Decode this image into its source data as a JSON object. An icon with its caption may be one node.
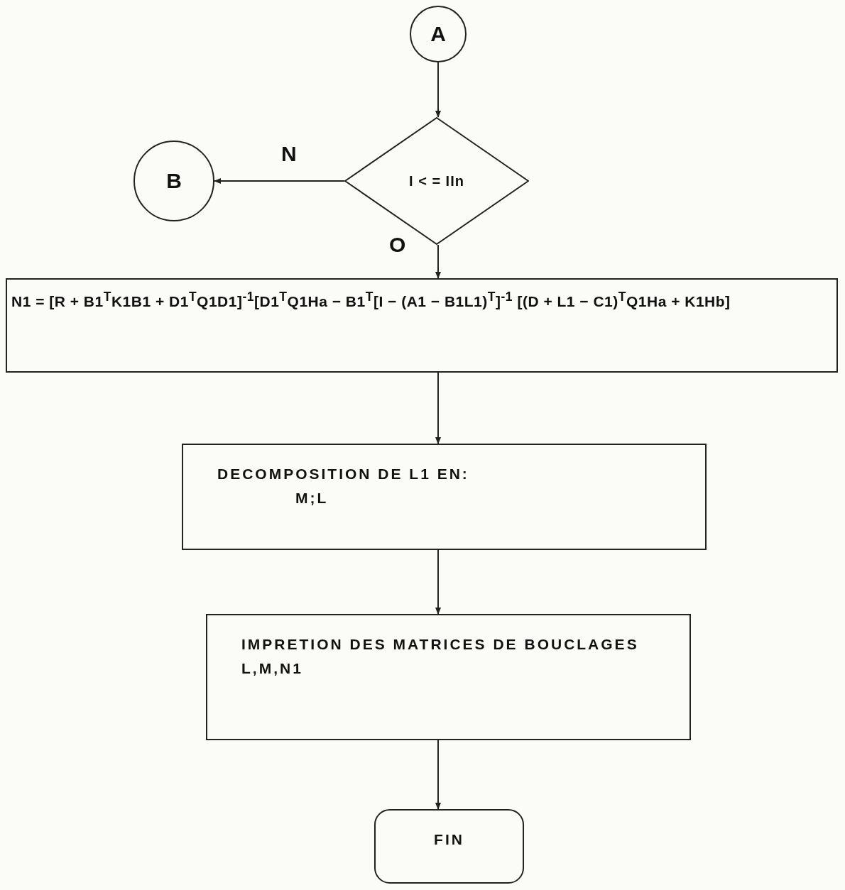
{
  "diagram": {
    "nodes": [
      {
        "text": [
          "A"
        ]
      },
      {
        "text": [
          "I < = IIn"
        ]
      },
      {
        "text": [
          "B"
        ]
      },
      {
        "text": [
          "N1 = [R + B1$^{T}$K1B1 + D1$^{T}$Q1D1]$^{-1}$[D1$^{T}$Q1Ha − B1$^{T}$[I − (A1 − B1L1)$^{T}$]$^{-1}$ [(D + L1 − C1)$^{T}$Q1Ha + K1Hb]"
        ]
      },
      {
        "text": [
          "DECOMPOSITION DE L1 EN:",
          "M;L"
        ]
      },
      {
        "text": [
          "IMPRETION DES MATRICES DE BOUCLAGES L,M,N1"
        ]
      },
      {
        "text": [
          "FIN"
        ]
      }
    ],
    "edges": [
      {
        "from": 0,
        "to": 1,
        "arrow": "to"
      },
      {
        "from": 1,
        "to": 2,
        "arrow": "to",
        "label": "N"
      },
      {
        "from": 1,
        "to": 3,
        "arrow": "to",
        "label": "O"
      },
      {
        "from": 3,
        "to": 4,
        "arrow": "to"
      },
      {
        "from": 4,
        "to": 5,
        "arrow": "to"
      },
      {
        "from": 5,
        "to": 6,
        "arrow": "to"
      }
    ]
  }
}
